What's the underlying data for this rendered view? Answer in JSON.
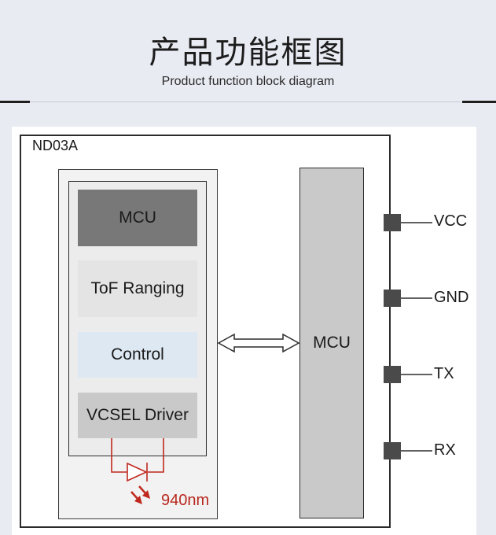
{
  "header": {
    "title": "产品功能框图",
    "subtitle": "Product function block diagram"
  },
  "diagram": {
    "module_label": "ND03A",
    "sensor_blocks": {
      "mcu": "MCU",
      "tof": "ToF Ranging",
      "control": "Control",
      "vcsel": "VCSEL Driver"
    },
    "host_mcu": "MCU",
    "pins": [
      "VCC",
      "GND",
      "TX",
      "RX"
    ],
    "wavelength": "940nm"
  },
  "colors": {
    "laser_red": "#c0281e",
    "pin_pad": "#4a4a4a",
    "line": "#2b2b2b"
  }
}
